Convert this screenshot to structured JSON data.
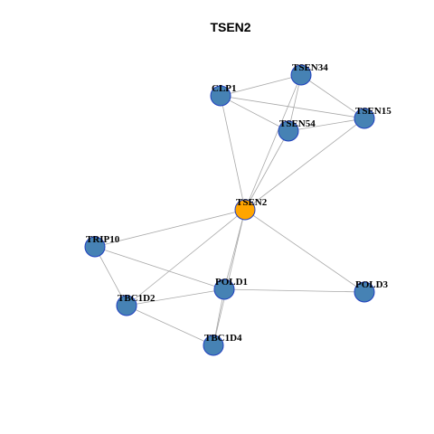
{
  "title": "TSEN2",
  "colors": {
    "default_node": "#4682b4",
    "highlight_node": "#ffa500",
    "node_border": "#1f3fbf",
    "edge": "#a9a9a9"
  },
  "nodes": [
    {
      "id": "TSEN2",
      "label": "TSEN2",
      "highlight": true
    },
    {
      "id": "CLP1",
      "label": "CLP1",
      "highlight": false
    },
    {
      "id": "TSEN34",
      "label": "TSEN34",
      "highlight": false
    },
    {
      "id": "TSEN15",
      "label": "TSEN15",
      "highlight": false
    },
    {
      "id": "TSEN54",
      "label": "TSEN54",
      "highlight": false
    },
    {
      "id": "TRIP10",
      "label": "TRIP10",
      "highlight": false
    },
    {
      "id": "POLD1",
      "label": "POLD1",
      "highlight": false
    },
    {
      "id": "POLD3",
      "label": "POLD3",
      "highlight": false
    },
    {
      "id": "TBC1D2",
      "label": "TBC1D2",
      "highlight": false
    },
    {
      "id": "TBC1D4",
      "label": "TBC1D4",
      "highlight": false
    }
  ],
  "edges": [
    [
      "CLP1",
      "TSEN34"
    ],
    [
      "CLP1",
      "TSEN15"
    ],
    [
      "CLP1",
      "TSEN54"
    ],
    [
      "CLP1",
      "TSEN2"
    ],
    [
      "TSEN34",
      "TSEN15"
    ],
    [
      "TSEN34",
      "TSEN54"
    ],
    [
      "TSEN34",
      "TSEN2"
    ],
    [
      "TSEN15",
      "TSEN54"
    ],
    [
      "TSEN15",
      "TSEN2"
    ],
    [
      "TSEN54",
      "TSEN2"
    ],
    [
      "TSEN2",
      "TRIP10"
    ],
    [
      "TSEN2",
      "POLD1"
    ],
    [
      "TSEN2",
      "POLD3"
    ],
    [
      "TSEN2",
      "TBC1D2"
    ],
    [
      "TSEN2",
      "TBC1D4"
    ],
    [
      "TRIP10",
      "POLD1"
    ],
    [
      "TRIP10",
      "TBC1D2"
    ],
    [
      "POLD1",
      "POLD3"
    ],
    [
      "POLD1",
      "TBC1D2"
    ],
    [
      "POLD1",
      "TBC1D4"
    ],
    [
      "TBC1D2",
      "TBC1D4"
    ]
  ]
}
